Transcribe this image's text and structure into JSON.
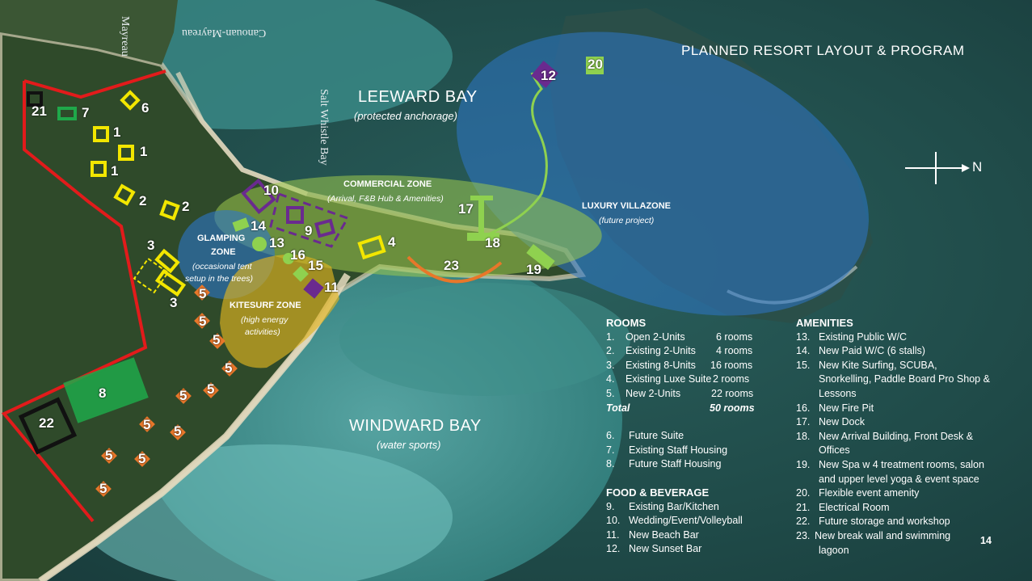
{
  "title": "PLANNED RESORT LAYOUT & PROGRAM",
  "page_number": "14",
  "compass": "N",
  "place_names": {
    "mayreau": "Mayreau",
    "canouan_mayreau": "Canouan-Mayreau",
    "salt_whistle_bay": "Salt Whistle Bay"
  },
  "bays": {
    "leeward": {
      "name": "LEEWARD BAY",
      "sub": "(protected anchorage)"
    },
    "windward": {
      "name": "WINDWARD BAY",
      "sub": "(water sports)"
    }
  },
  "zones": {
    "commercial": {
      "name": "COMMERCIAL ZONE",
      "sub": "(Arrival, F&B Hub & Amenities)"
    },
    "villa": {
      "name": "LUXURY VILLAZONE",
      "sub": "(future project)"
    },
    "glamping": {
      "name1": "GLAMPING",
      "name2": "ZONE",
      "sub1": "(occasional tent",
      "sub2": "setup in the trees)"
    },
    "kitesurf": {
      "name": "KITESURF ZONE",
      "sub1": "(high energy",
      "sub2": "activities)"
    }
  },
  "map_labels": {
    "n1": "1",
    "n2": "2",
    "n3": "3",
    "n4": "4",
    "n5": "5",
    "n6": "6",
    "n7": "7",
    "n8": "8",
    "n9": "9",
    "n10": "10",
    "n11": "11",
    "n12": "12",
    "n13": "13",
    "n14": "14",
    "n15": "15",
    "n16": "16",
    "n17": "17",
    "n18": "18",
    "n19": "19",
    "n20": "20",
    "n21": "21",
    "n22": "22",
    "n23": "23"
  },
  "colors": {
    "rooms": "#f2e600",
    "new_rooms": "#e8772a",
    "housing": "#1fa84a",
    "fb": "#6a2a8f",
    "amenity": "#8fd14f",
    "boundary": "#e21b1b",
    "electrical": "#111111"
  },
  "rooms": {
    "heading": "ROOMS",
    "items": [
      {
        "n": "1.",
        "name": "Open 2-Units",
        "count": "6 rooms"
      },
      {
        "n": "2.",
        "name": "Existing 2-Units",
        "count": "4 rooms"
      },
      {
        "n": "3.",
        "name": "Existing 8-Units",
        "count": "16 rooms"
      },
      {
        "n": "4.",
        "name": "Existing Luxe Suite",
        "count": "2 rooms"
      },
      {
        "n": "5.",
        "name": "New 2-Units",
        "count": "22 rooms"
      }
    ],
    "total_label": "Total",
    "total_value": "50 rooms",
    "extra": [
      {
        "n": "6.",
        "name": "Future Suite"
      },
      {
        "n": "7.",
        "name": "Existing Staff Housing"
      },
      {
        "n": "8.",
        "name": "Future Staff Housing"
      }
    ]
  },
  "food": {
    "heading": "FOOD & BEVERAGE",
    "items": [
      {
        "n": "9.",
        "name": "Existing Bar/Kitchen"
      },
      {
        "n": "10.",
        "name": "Wedding/Event/Volleyball"
      },
      {
        "n": "11.",
        "name": "New Beach Bar"
      },
      {
        "n": "12.",
        "name": "New Sunset Bar"
      }
    ]
  },
  "amenities": {
    "heading": "AMENITIES",
    "items": [
      {
        "n": "13.",
        "l1": "Existing Public W/C",
        "l2": ""
      },
      {
        "n": "14.",
        "l1": "New Paid W/C (6 stalls)",
        "l2": ""
      },
      {
        "n": "15.",
        "l1": "New Kite Surfing, SCUBA,",
        "l2": "Snorkelling, Paddle Board Pro Shop &",
        "l3": "Lessons"
      },
      {
        "n": "16.",
        "l1": "New Fire Pit",
        "l2": ""
      },
      {
        "n": "17.",
        "l1": "New Dock",
        "l2": ""
      },
      {
        "n": "18.",
        "l1": "New Arrival Building, Front Desk &",
        "l2": "Offices"
      },
      {
        "n": "19.",
        "l1": "New Spa w 4 treatment rooms, salon",
        "l2": "and upper level yoga & event space"
      },
      {
        "n": "20.",
        "l1": "Flexible event amenity",
        "l2": ""
      },
      {
        "n": "21.",
        "l1": "Electrical Room",
        "l2": ""
      },
      {
        "n": "22.",
        "l1": "Future storage and workshop",
        "l2": ""
      },
      {
        "n": "23.",
        "l1": "New break wall and swimming",
        "l2": "lagoon"
      }
    ]
  }
}
